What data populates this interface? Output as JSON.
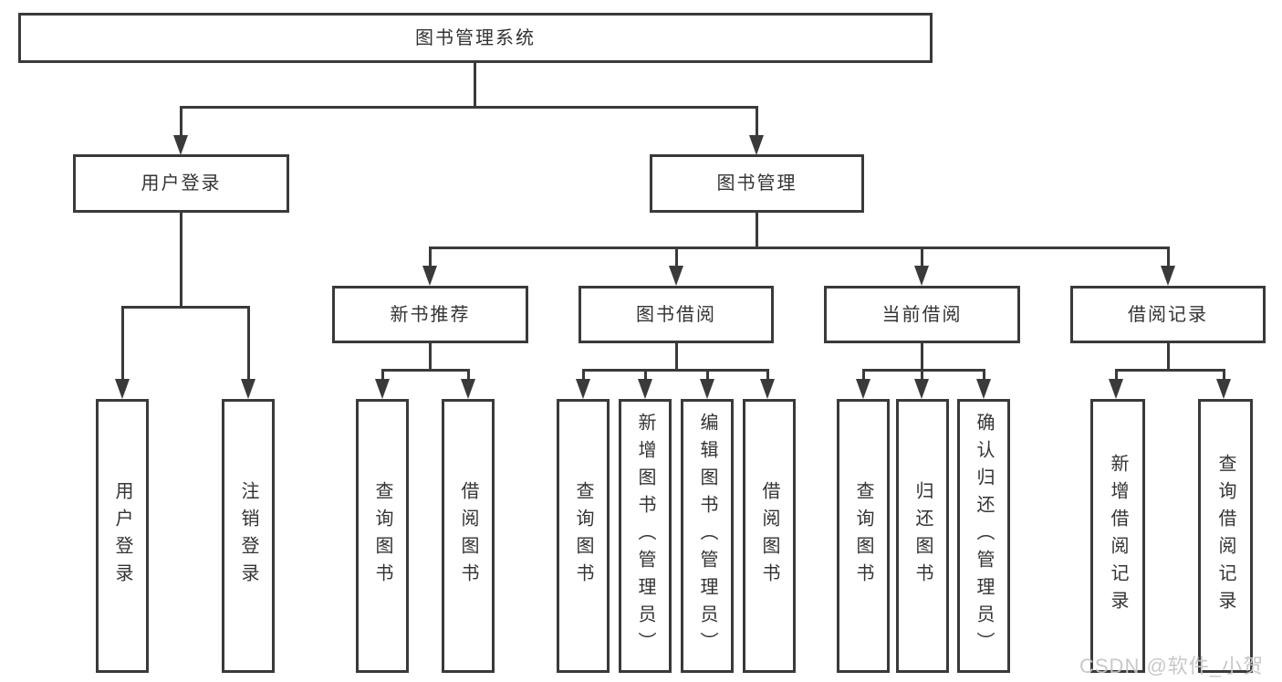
{
  "tree": {
    "label": "图书管理系统",
    "children": [
      {
        "label": "用户登录",
        "children": [
          {
            "label": "用户登录"
          },
          {
            "label": "注销登录"
          }
        ]
      },
      {
        "label": "图书管理",
        "children": [
          {
            "label": "新书推荐",
            "children": [
              {
                "label": "查询图书"
              },
              {
                "label": "借阅图书"
              }
            ]
          },
          {
            "label": "图书借阅",
            "children": [
              {
                "label": "查询图书"
              },
              {
                "label": "新增图书（管理员）"
              },
              {
                "label": "编辑图书（管理员）"
              },
              {
                "label": "借阅图书"
              }
            ]
          },
          {
            "label": "当前借阅",
            "children": [
              {
                "label": "查询图书"
              },
              {
                "label": "归还图书"
              },
              {
                "label": "确认归还（管理员）"
              }
            ]
          },
          {
            "label": "借阅记录",
            "children": [
              {
                "label": "新增借阅记录"
              },
              {
                "label": "查询借阅记录"
              }
            ]
          }
        ]
      }
    ]
  },
  "watermark": "CSDN @软件_小贺同学",
  "colors": {
    "line": "#3a3a3a",
    "text": "#333333",
    "background": "#ffffff",
    "watermark": "#c6c6c6"
  }
}
